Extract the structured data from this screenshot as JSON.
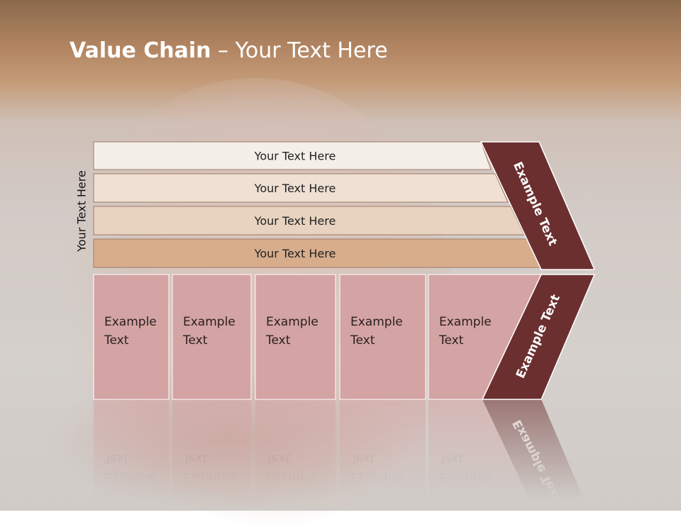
{
  "slide": {
    "title_bold": "Value Chain",
    "title_rest": " – Your Text Here",
    "side_label": "Your Text Here"
  },
  "support_rows": [
    {
      "label": "Your Text Here",
      "color": "#f5efea"
    },
    {
      "label": "Your Text Here",
      "color": "#efe0d3"
    },
    {
      "label": "Your Text Here",
      "color": "#e8d3c0"
    },
    {
      "label": "Your Text Here",
      "color": "#d7ad8c"
    }
  ],
  "primary_activities": [
    {
      "line1": "Example",
      "line2": "Text"
    },
    {
      "line1": "Example",
      "line2": "Text"
    },
    {
      "line1": "Example",
      "line2": "Text"
    },
    {
      "line1": "Example",
      "line2": "Text"
    },
    {
      "line1": "Example",
      "line2": "Text"
    }
  ],
  "margin_arrow": {
    "upper_label": "Example Text",
    "lower_label": "Example Text"
  },
  "colors": {
    "activity_box": "#d4a3a3",
    "margin_arrow": "#6b2f2f",
    "title": "#ffffff"
  }
}
